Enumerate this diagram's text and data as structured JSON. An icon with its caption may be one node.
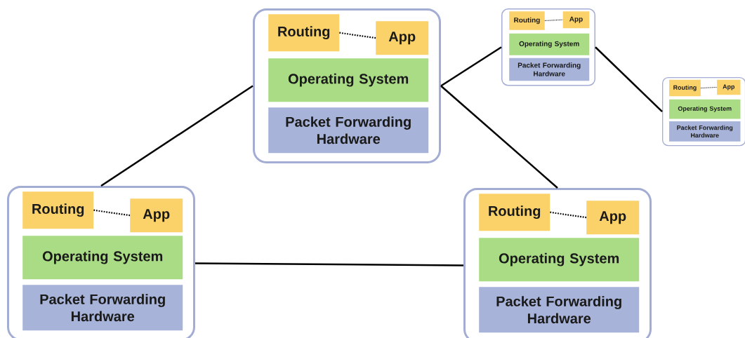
{
  "diagram": {
    "nodes": [
      {
        "text": [],
        "shape": "box"
      },
      {
        "text": [
          "Routing"
        ],
        "in": 0
      },
      {
        "text": [
          "App"
        ],
        "in": 0
      },
      {
        "text": [
          "Operating System"
        ],
        "in": 0
      },
      {
        "text": [
          "Packet Forwarding Hardware"
        ],
        "in": 0
      },
      {
        "text": [],
        "shape": "box"
      },
      {
        "text": [
          "Routing"
        ],
        "in": 5
      },
      {
        "text": [
          "App"
        ],
        "in": 5
      },
      {
        "text": [
          "Operating System"
        ],
        "in": 5
      },
      {
        "text": [
          "Packet Forwarding Hardware"
        ],
        "in": 5
      },
      {
        "text": [],
        "shape": "box"
      },
      {
        "text": [
          "Routing"
        ],
        "in": 10
      },
      {
        "text": [
          "App"
        ],
        "in": 10
      },
      {
        "text": [
          "Operating System"
        ],
        "in": 10
      },
      {
        "text": [
          "Packet Forwarding Hardware"
        ],
        "in": 10
      },
      {
        "text": [],
        "shape": "box"
      },
      {
        "text": [
          "Routing"
        ],
        "in": 15
      },
      {
        "text": [
          "App"
        ],
        "in": 15
      },
      {
        "text": [
          "Operating System"
        ],
        "in": 15
      },
      {
        "text": [
          "Packet Forwarding Hardware"
        ],
        "in": 15
      },
      {
        "text": [],
        "shape": "box"
      },
      {
        "text": [
          "Routing"
        ],
        "in": 20
      },
      {
        "text": [
          "App"
        ],
        "in": 20
      },
      {
        "text": [
          "Operating System"
        ],
        "in": 20
      },
      {
        "text": [
          "Packet Forwarding Hardware"
        ],
        "in": 20
      }
    ],
    "edges": [
      {
        "from": 1,
        "to": 2,
        "arrow": "none",
        "style": "dashed"
      },
      {
        "from": 6,
        "to": 7,
        "arrow": "none",
        "style": "dashed"
      },
      {
        "from": 11,
        "to": 12,
        "arrow": "none",
        "style": "dashed"
      },
      {
        "from": 16,
        "to": 17,
        "arrow": "none",
        "style": "dashed"
      },
      {
        "from": 21,
        "to": 22,
        "arrow": "none",
        "style": "dashed"
      },
      {
        "from": 0,
        "to": 15,
        "arrow": "none"
      },
      {
        "from": 0,
        "to": 20,
        "arrow": "none"
      },
      {
        "from": 15,
        "to": 20,
        "arrow": "none"
      },
      {
        "from": 0,
        "to": 5,
        "arrow": "none"
      },
      {
        "from": 5,
        "to": 10,
        "arrow": "none"
      }
    ]
  }
}
